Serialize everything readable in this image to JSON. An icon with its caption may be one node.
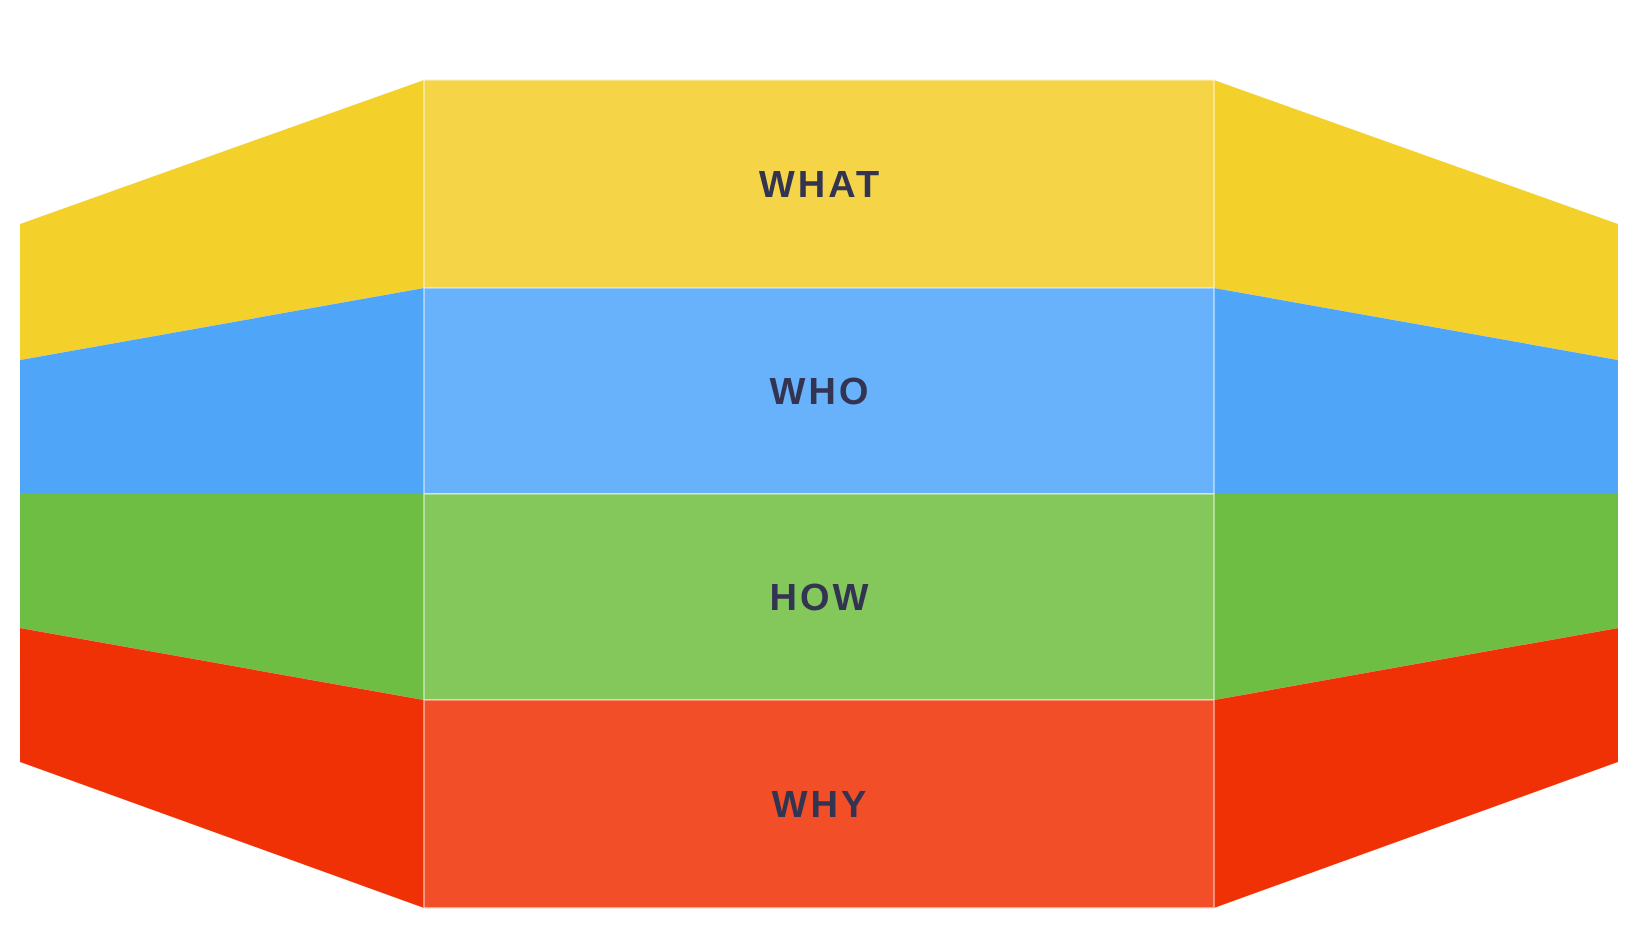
{
  "diagram": {
    "nodes": [
      {
        "text": [
          "WHAT"
        ]
      },
      {
        "text": [
          "WHO"
        ]
      },
      {
        "text": [
          "HOW"
        ]
      },
      {
        "text": [
          "WHY"
        ]
      }
    ]
  }
}
